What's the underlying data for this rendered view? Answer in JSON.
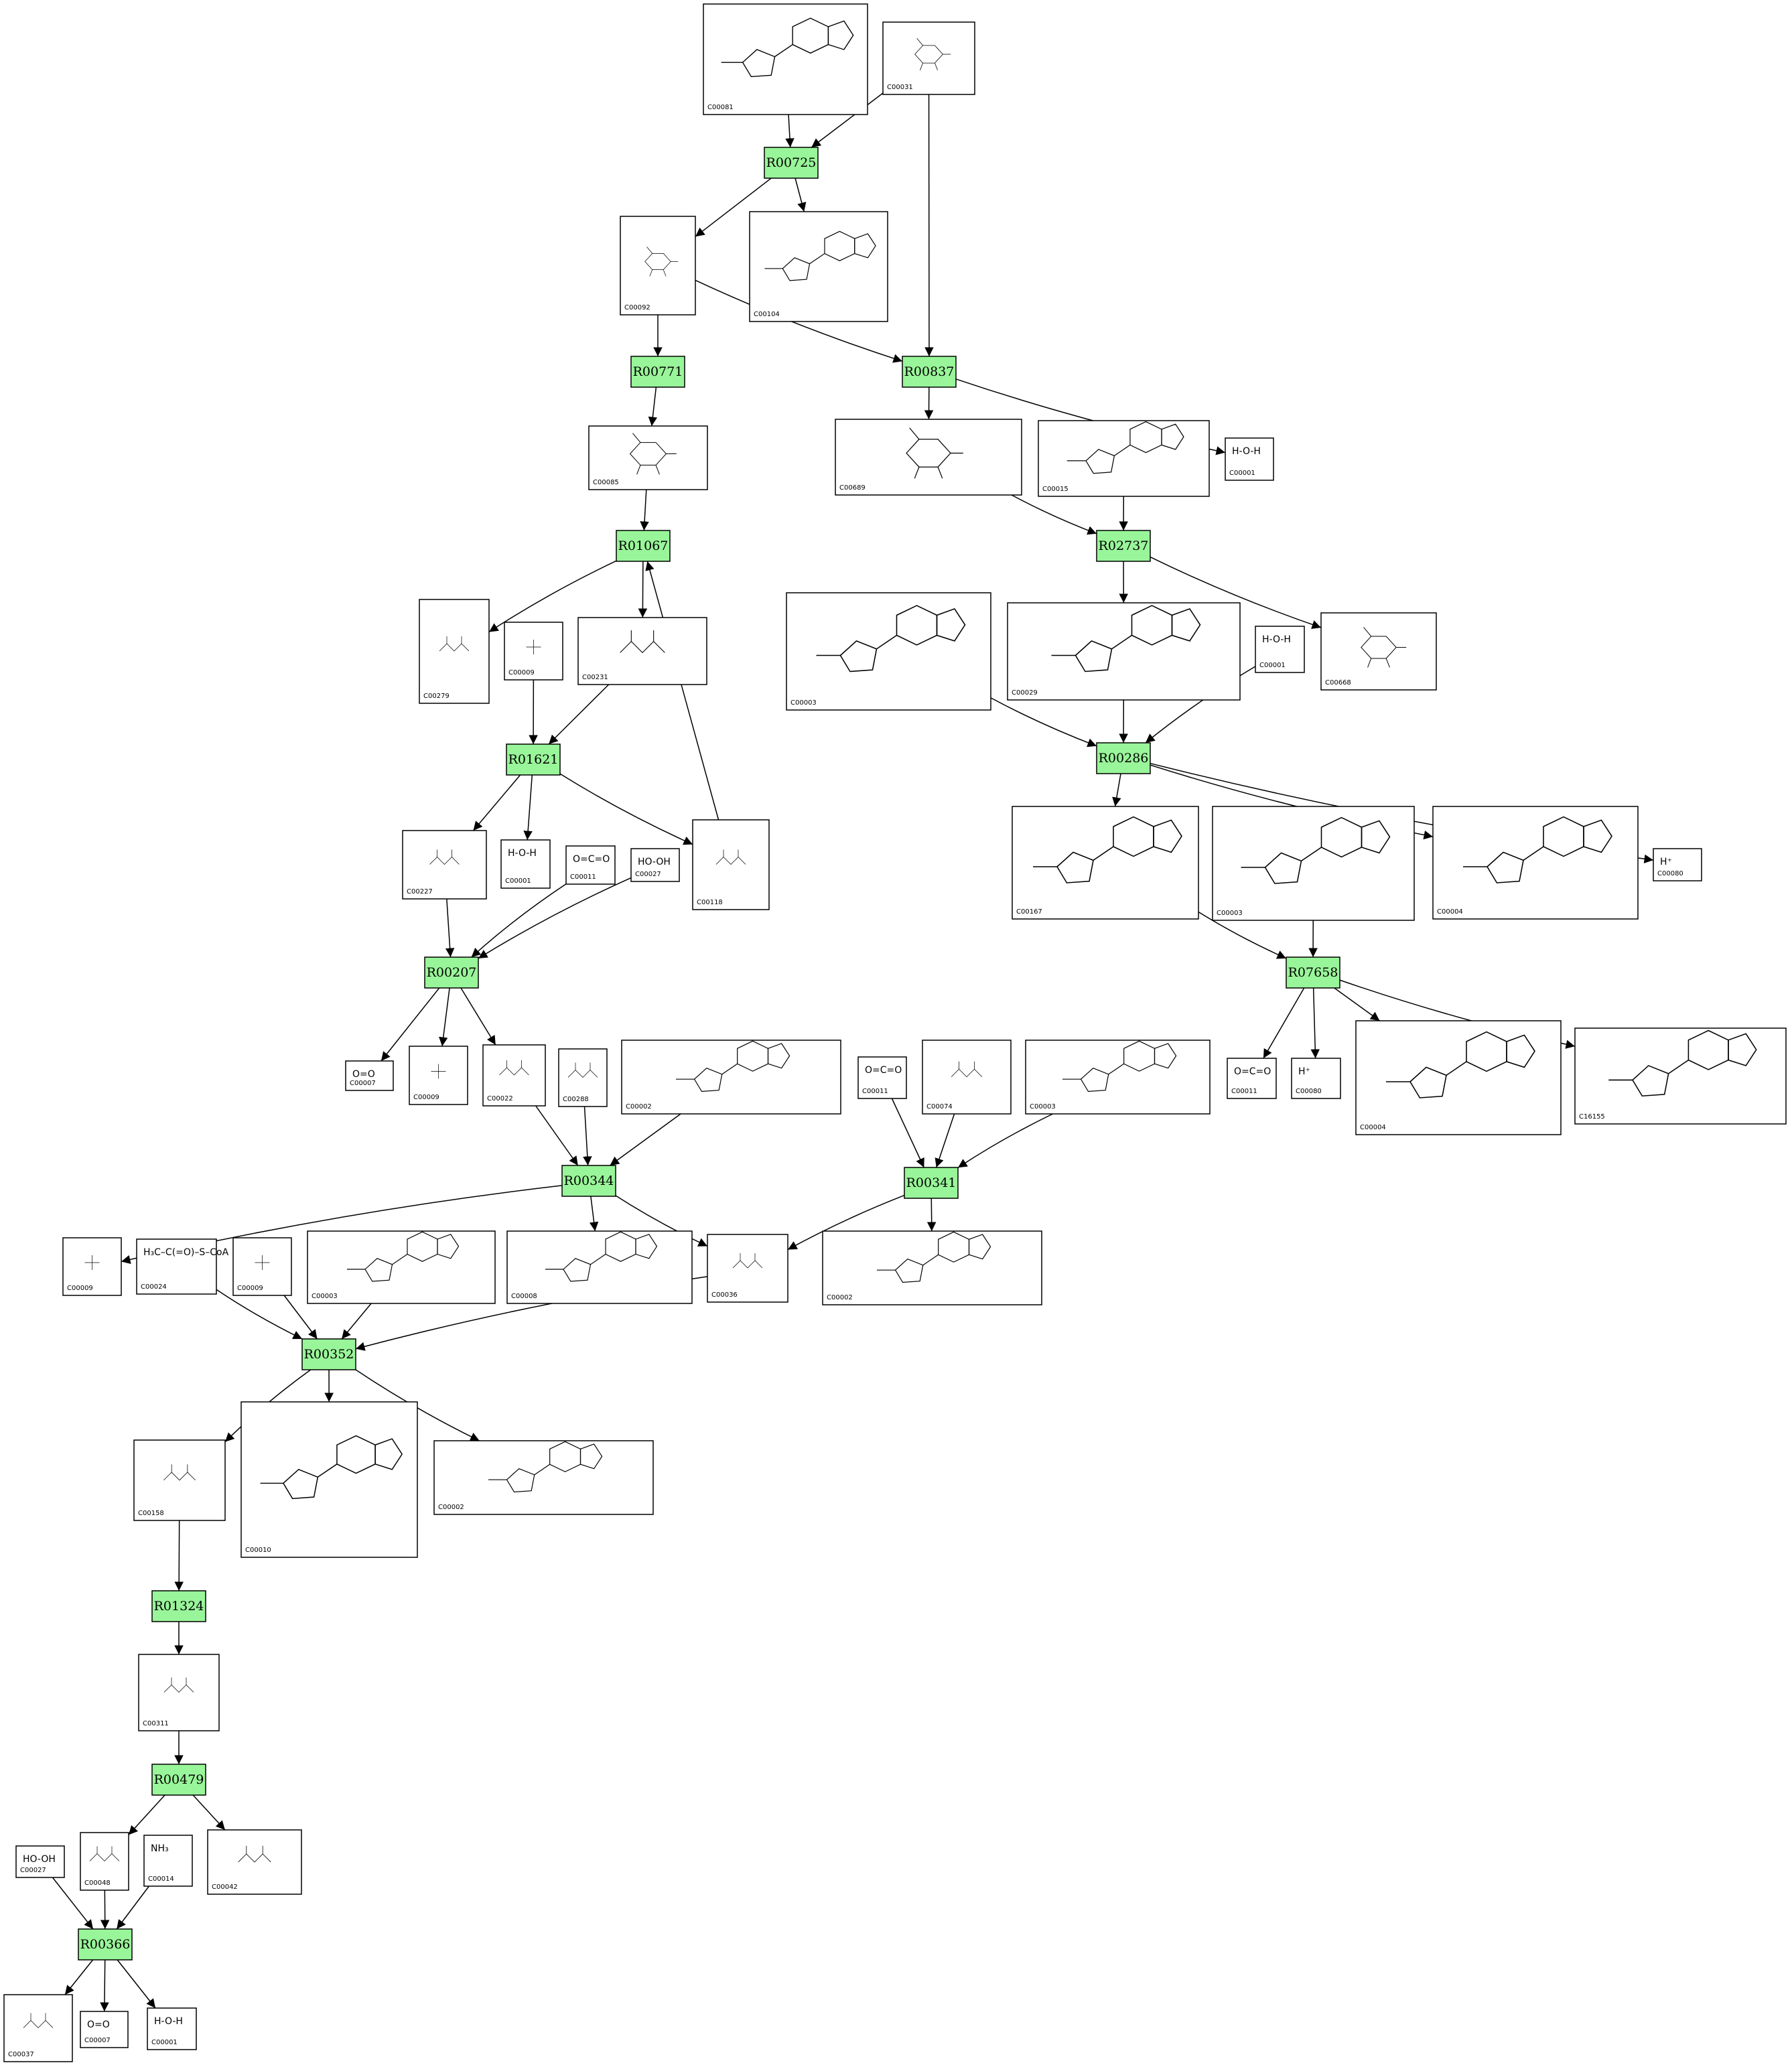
{
  "reactions": [
    {
      "id": "R00725",
      "label": "R00725"
    },
    {
      "id": "R00771",
      "label": "R00771"
    },
    {
      "id": "R00837",
      "label": "R00837"
    },
    {
      "id": "R01067",
      "label": "R01067"
    },
    {
      "id": "R02737",
      "label": "R02737"
    },
    {
      "id": "R01621",
      "label": "R01621"
    },
    {
      "id": "R00286",
      "label": "R00286"
    },
    {
      "id": "R00207",
      "label": "R00207"
    },
    {
      "id": "R07658",
      "label": "R07658"
    },
    {
      "id": "R00344",
      "label": "R00344"
    },
    {
      "id": "R00341",
      "label": "R00341"
    },
    {
      "id": "R00352",
      "label": "R00352"
    },
    {
      "id": "R01324",
      "label": "R01324"
    },
    {
      "id": "R00479",
      "label": "R00479"
    },
    {
      "id": "R00366",
      "label": "R00366"
    }
  ],
  "compounds": [
    {
      "key": "c00081",
      "label": "C00081"
    },
    {
      "key": "c00031",
      "label": "C00031"
    },
    {
      "key": "c00092",
      "label": "C00092"
    },
    {
      "key": "c00104",
      "label": "C00104"
    },
    {
      "key": "c00085",
      "label": "C00085"
    },
    {
      "key": "c00689",
      "label": "C00689"
    },
    {
      "key": "c00015",
      "label": "C00015"
    },
    {
      "key": "c00001a",
      "label": "C00001",
      "formula": "H-O-H"
    },
    {
      "key": "c00279",
      "label": "C00279"
    },
    {
      "key": "c00009a",
      "label": "C00009"
    },
    {
      "key": "c00231",
      "label": "C00231"
    },
    {
      "key": "c00003a",
      "label": "C00003"
    },
    {
      "key": "c00029",
      "label": "C00029"
    },
    {
      "key": "c00001b",
      "label": "C00001",
      "formula": "H-O-H"
    },
    {
      "key": "c00668",
      "label": "C00668"
    },
    {
      "key": "c00227",
      "label": "C00227"
    },
    {
      "key": "c00001c",
      "label": "C00001",
      "formula": "H-O-H"
    },
    {
      "key": "c00011a",
      "label": "C00011",
      "formula": "O=C=O"
    },
    {
      "key": "c00027a",
      "label": "C00027",
      "formula": "HO-OH"
    },
    {
      "key": "c00118",
      "label": "C00118"
    },
    {
      "key": "c00167",
      "label": "C00167"
    },
    {
      "key": "c00003b",
      "label": "C00003"
    },
    {
      "key": "c00004a",
      "label": "C00004"
    },
    {
      "key": "c00080a",
      "label": "C00080",
      "formula": "H⁺"
    },
    {
      "key": "c00007a",
      "label": "C00007",
      "formula": "O=O"
    },
    {
      "key": "c00009b",
      "label": "C00009"
    },
    {
      "key": "c00022",
      "label": "C00022"
    },
    {
      "key": "c00288",
      "label": "C00288"
    },
    {
      "key": "c00002a",
      "label": "C00002"
    },
    {
      "key": "c00011b",
      "label": "C00011",
      "formula": "O=C=O"
    },
    {
      "key": "c00074",
      "label": "C00074"
    },
    {
      "key": "c00003c",
      "label": "C00003"
    },
    {
      "key": "c00011c",
      "label": "C00011",
      "formula": "O=C=O"
    },
    {
      "key": "c00080b",
      "label": "C00080",
      "formula": "H⁺"
    },
    {
      "key": "c00004b",
      "label": "C00004"
    },
    {
      "key": "c16155",
      "label": "C16155"
    },
    {
      "key": "c00009c",
      "label": "C00009"
    },
    {
      "key": "c00024",
      "label": "C00024",
      "formula": "H₃C–C(=O)–S–CoA"
    },
    {
      "key": "c00009d",
      "label": "C00009"
    },
    {
      "key": "c00003d",
      "label": "C00003"
    },
    {
      "key": "c00008",
      "label": "C00008"
    },
    {
      "key": "c00036",
      "label": "C00036"
    },
    {
      "key": "c00002b",
      "label": "C00002"
    },
    {
      "key": "c00158",
      "label": "C00158"
    },
    {
      "key": "c00010",
      "label": "C00010"
    },
    {
      "key": "c00002c",
      "label": "C00002"
    },
    {
      "key": "c00311",
      "label": "C00311"
    },
    {
      "key": "c00027b",
      "label": "C00027",
      "formula": "HO-OH"
    },
    {
      "key": "c00048",
      "label": "C00048"
    },
    {
      "key": "c00014",
      "label": "C00014",
      "formula": "NH₃"
    },
    {
      "key": "c00042",
      "label": "C00042"
    },
    {
      "key": "c00037",
      "label": "C00037"
    },
    {
      "key": "c00007b",
      "label": "C00007",
      "formula": "O=O"
    },
    {
      "key": "c00001d",
      "label": "C00001",
      "formula": "H-O-H"
    }
  ]
}
